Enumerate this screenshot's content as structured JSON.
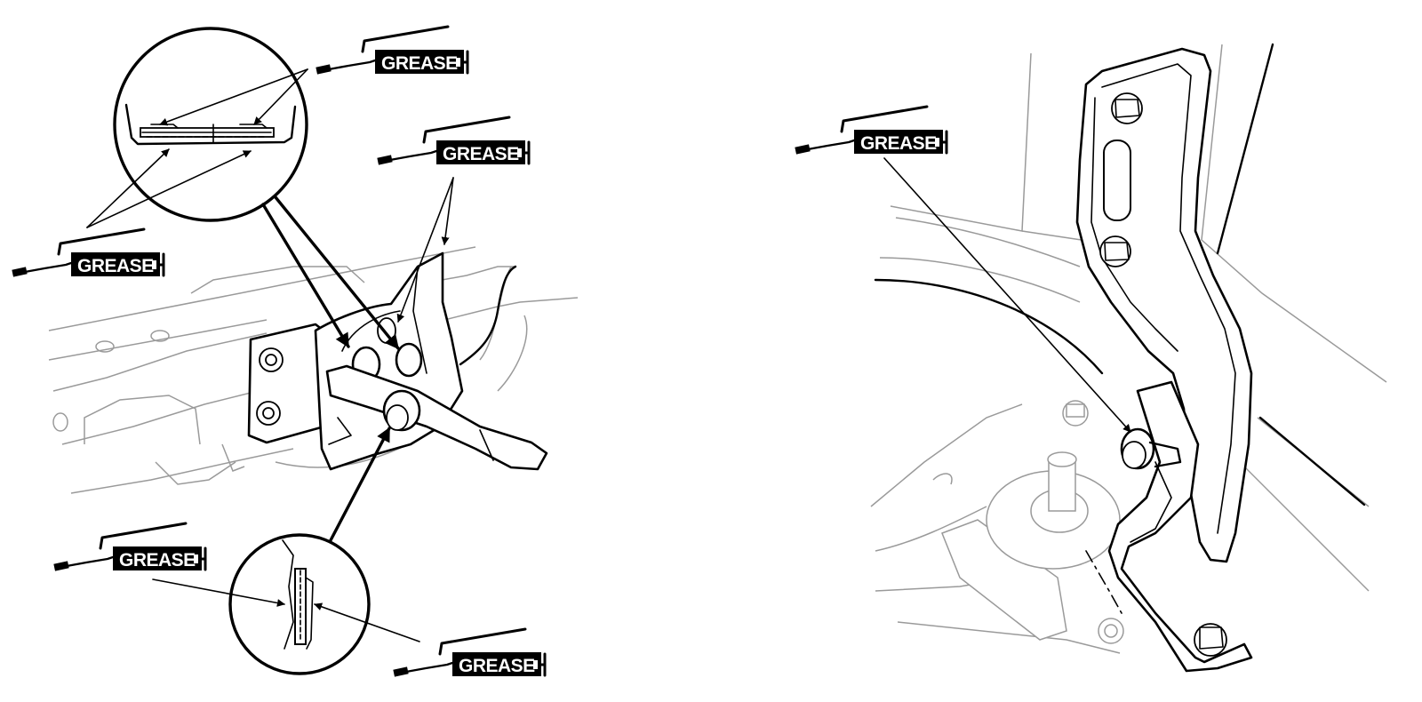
{
  "labels": {
    "grease_1": "GREASE",
    "grease_2": "GREASE",
    "grease_3": "GREASE",
    "grease_4": "GREASE",
    "grease_5": "GREASE",
    "grease_6": "GREASE"
  }
}
